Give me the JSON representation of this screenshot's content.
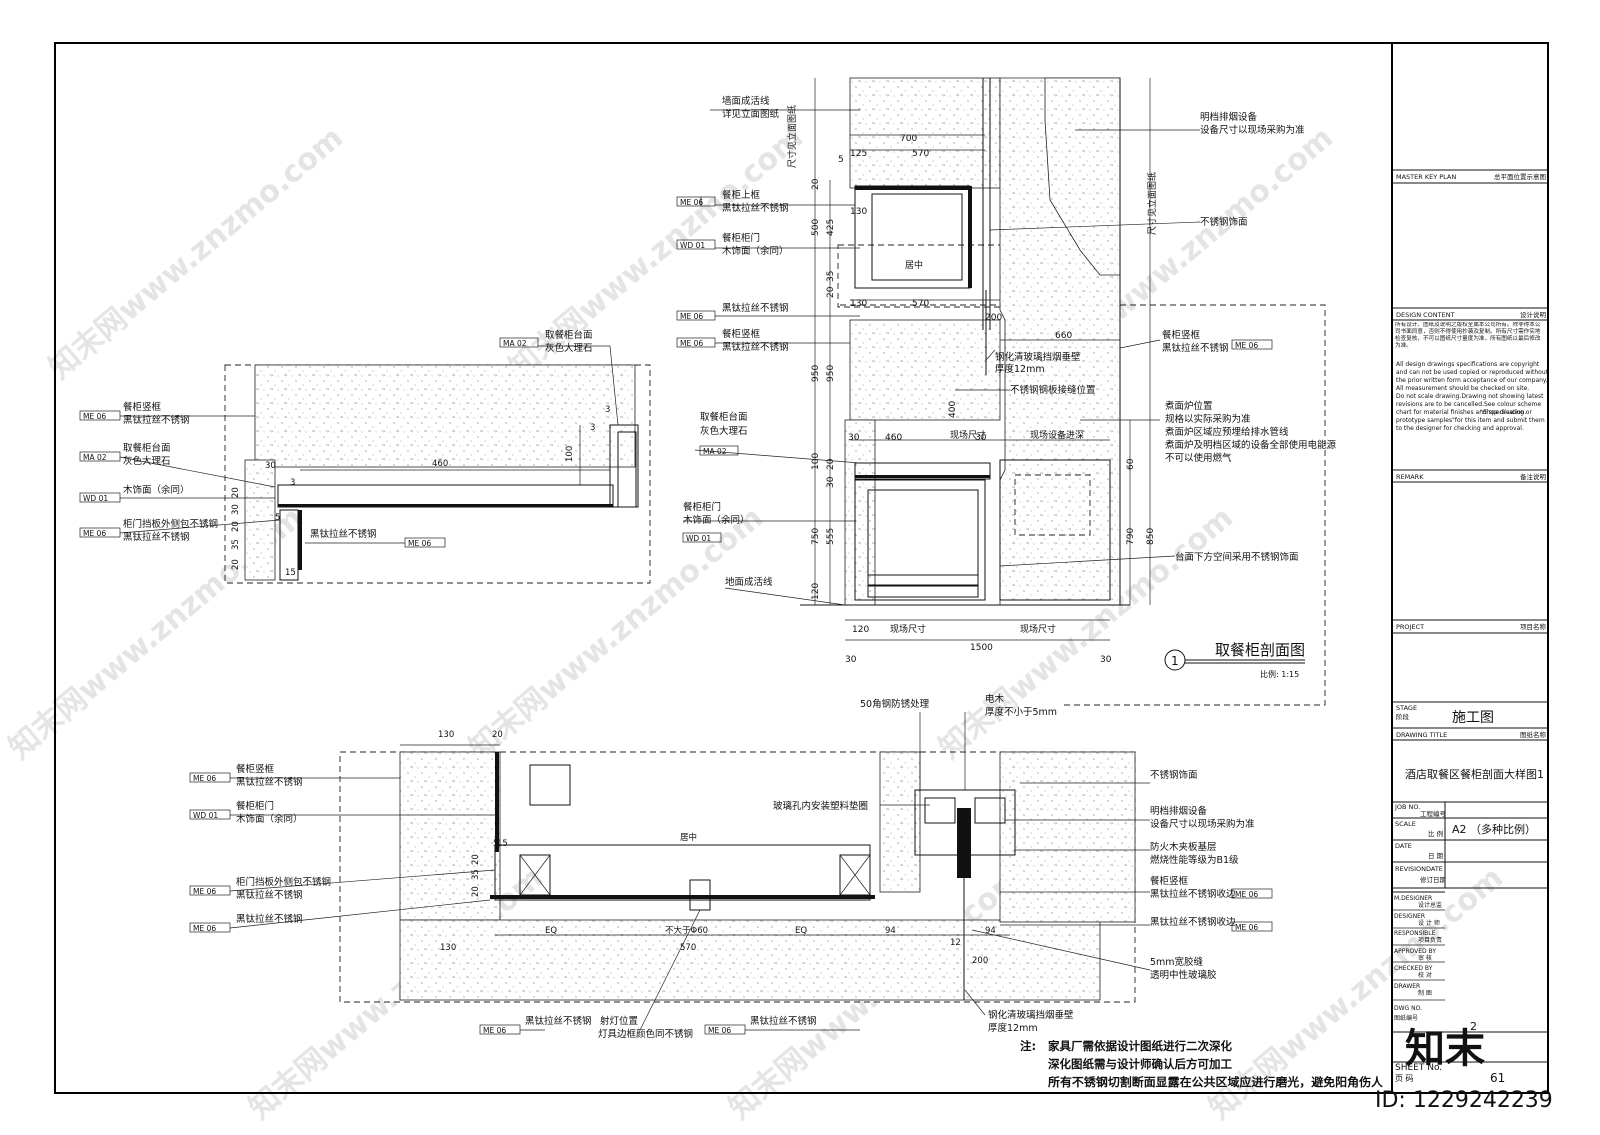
{
  "drawing": {
    "section_title": "取餐柜剖面图",
    "section_number": "1",
    "section_scale": "比例: 1:15",
    "top_labels": [
      {
        "tag": "",
        "text1": "墙面成活线",
        "text2": "详见立面图纸"
      },
      {
        "tag": "ME 06",
        "text1": "餐柜上框",
        "text2": "黑钛拉丝不锈钢"
      },
      {
        "tag": "WD 01",
        "text1": "餐柜柜门",
        "text2": "木饰面（余同）"
      },
      {
        "tag": "ME 06",
        "text1": "黑钛拉丝不锈钢",
        "text2": ""
      },
      {
        "tag": "ME 06",
        "text1": "餐柜竖框",
        "text2": "黑钛拉丝不锈钢"
      },
      {
        "tag": "MA 02",
        "text1": "取餐柜台面",
        "text2": "灰色大理石"
      },
      {
        "tag": "WD 01",
        "text1": "餐柜柜门",
        "text2": "木饰面（余同）"
      },
      {
        "tag": "",
        "text1": "地面成活线",
        "text2": ""
      }
    ],
    "top_right_labels": [
      {
        "text1": "明档排烟设备",
        "text2": "设备尺寸以现场采购为准"
      },
      {
        "text1": "不锈钢饰面",
        "text2": ""
      },
      {
        "text1": "餐柜竖框",
        "text2": "黑钛拉丝不锈钢",
        "tag": "ME 06"
      },
      {
        "text1": "钢化清玻璃挡烟垂壁",
        "text2": "厚度12mm"
      },
      {
        "text1": "不锈钢钢板接缝位置",
        "text2": ""
      },
      {
        "text1": "煮面炉位置",
        "text2": "规格以实际采购为准",
        "text3": "煮面炉区域应预埋给排水管线",
        "text4": "煮面炉及明档区域的设备全部使用电能源",
        "text5": "不可以使用燃气"
      },
      {
        "text1": "台面下方空间采用不锈钢饰面",
        "text2": ""
      }
    ],
    "vertical_notes": [
      "尺寸见立面图纸",
      "尺寸见立面图纸"
    ],
    "top_dims": [
      "700",
      "125",
      "570",
      "5",
      "20",
      "130",
      "500",
      "425",
      "35",
      "20",
      "130",
      "570",
      "200",
      "660",
      "950",
      "950",
      "400",
      "30",
      "460",
      "现场尺寸",
      "现场设备进深",
      "30",
      "100",
      "20",
      "30",
      "60",
      "750",
      "555",
      "790",
      "850",
      "120",
      "120",
      "现场尺寸",
      "现场尺寸",
      "1500",
      "30",
      "30",
      "居中"
    ],
    "detail_left_labels": [
      {
        "tag": "MA 02",
        "text1": "取餐柜台面",
        "text2": "灰色大理石"
      },
      {
        "tag": "ME 06",
        "text1": "餐柜竖框",
        "text2": "黑钛拉丝不锈钢"
      },
      {
        "tag": "MA 02",
        "text1": "取餐柜台面",
        "text2": "灰色大理石"
      },
      {
        "tag": "WD 01",
        "text1": "木饰面（余同）",
        "text2": ""
      },
      {
        "tag": "ME 06",
        "text1": "柜门挡板外侧包不锈钢",
        "text2": "黑钛拉丝不锈钢"
      },
      {
        "tag": "ME 06",
        "text1": "黑钛拉丝不锈钢",
        "text2": ""
      }
    ],
    "detail_left_dims": [
      "460",
      "100",
      "30",
      "3",
      "3",
      "3",
      "20",
      "30",
      "20",
      "35",
      "20",
      "15",
      "5"
    ],
    "bottom_labels_left": [
      {
        "tag": "ME 06",
        "text1": "餐柜竖框",
        "text2": "黑钛拉丝不锈钢"
      },
      {
        "tag": "WD 01",
        "text1": "餐柜柜门",
        "text2": "木饰面（余同）"
      },
      {
        "tag": "ME 06",
        "text1": "柜门挡板外侧包不锈钢",
        "text2": "黑钛拉丝不锈钢"
      },
      {
        "tag": "ME 06",
        "text1": "黑钛拉丝不锈钢",
        "text2": ""
      }
    ],
    "bottom_labels_right": [
      {
        "text1": "不锈钢饰面",
        "text2": ""
      },
      {
        "text1": "明档排烟设备",
        "text2": "设备尺寸以现场采购为准"
      },
      {
        "text1": "防火木夹板基层",
        "text2": "燃烧性能等级为B1级"
      },
      {
        "text1": "餐柜竖框",
        "text2": "黑钛拉丝不锈钢收边",
        "tag": "ME 06"
      },
      {
        "text1": "黑钛拉丝不锈钢收边",
        "text2": "",
        "tag": "ME 06"
      },
      {
        "text1": "5mm宽胶缝",
        "text2": "透明中性玻璃胶"
      }
    ],
    "bottom_top_labels": [
      {
        "text1": "50角钢防锈处理",
        "text2": ""
      },
      {
        "text1": "电木",
        "text2": "厚度不小于5mm"
      },
      {
        "text1": "玻璃孔内安装塑料垫圈",
        "text2": ""
      }
    ],
    "bottom_under_labels": [
      {
        "tag": "ME 06",
        "text1": "黑钛拉丝不锈钢"
      },
      {
        "text1": "射灯位置",
        "text2": "灯具边框颜色同不锈钢"
      },
      {
        "tag": "ME 06",
        "text1": "黑钛拉丝不锈钢"
      },
      {
        "text1": "钢化清玻璃挡烟垂壁",
        "text2": "厚度12mm"
      }
    ],
    "bottom_dims": [
      "130",
      "20",
      "5",
      "15",
      "20",
      "35",
      "20",
      "居中",
      "EQ",
      "不大于Φ60",
      "EQ",
      "94",
      "94",
      "12",
      "130",
      "570",
      "200"
    ],
    "note": {
      "prefix": "注:",
      "line1": "家具厂需依据设计图纸进行二次深化",
      "line2": "深化图纸需与设计师确认后方可加工",
      "line3": "所有不锈钢切割断面显露在公共区域应进行磨光，避免阳角伤人"
    },
    "watermark": "知末网www.znzmo.com"
  },
  "title_block": {
    "master_key_plan": "MASTER KEY PLAN",
    "master_key_plan_cn": "总平面位置示意图",
    "design_content": "DESIGN CONTENT",
    "design_content_cn": "设计说明",
    "design_text_cn": "所有设计、图纸及说明之版权全属本公司所有。除非得本公司书面同意，否则不得使用抄袭及复制。所有尺寸需作实地检查复核，不可以图纸尺寸量度为准，所有图纸以最后修改为准。",
    "design_text_en": [
      "All design drawings specifications are copyright",
      "and can not be used copied or reproduced without",
      "the prior written form acceptance of our company.",
      "All measurement should be checked on site.",
      "Do not scale drawing.Drawing not showing latest",
      "revisions are to be cancelled.See colour scheme",
      "chart for material finishes and speciication.",
      "\"Shop drawing or",
      "prototype samples\"for this item and submit them",
      "to the designer for checking and approval."
    ],
    "remark": "REMARK",
    "remark_cn": "备注说明",
    "project": "PROJECT",
    "project_cn": "项目名称",
    "stage_en": "STAGE",
    "stage_cn": "阶段",
    "stage_value": "施工图",
    "drawing_title_en": "DRAWING TITLE",
    "drawing_title_cn": "图纸名称",
    "drawing_title_value": "酒店取餐区餐柜剖面大样图1",
    "job_no_en": "JOB NO.",
    "job_no_cn": "工程编号",
    "scale_en": "SCALE",
    "scale_cn": "比 例",
    "scale_value": "A2 （多种比例）",
    "date_en": "DATE",
    "date_cn": "日 期",
    "revision_en": "REVISIONDATE",
    "revision_cn": "修订日期",
    "m_designer_en": "M.DESIGNER",
    "m_designer_cn": "设计总监",
    "designer_en": "DESIGNER",
    "designer_cn": "设 计 师",
    "responsible_en": "RESPONSIBLE",
    "responsible_cn": "项目负责",
    "approved_en": "APPROVED BY",
    "approved_cn": "审 核",
    "checked_en": "CHECKED BY",
    "checked_cn": "校 对",
    "drawer_en": "DRAWER",
    "drawer_cn": "制 图",
    "dwg_en": "DWG NO.",
    "dwg_cn": "图纸编号",
    "dwg_value": "2",
    "sheet_en": "SHEET No.",
    "sheet_cn": "页 码",
    "sheet_value": "61"
  },
  "brand": {
    "logo": "知末",
    "id_text": "ID: 1229242239"
  }
}
